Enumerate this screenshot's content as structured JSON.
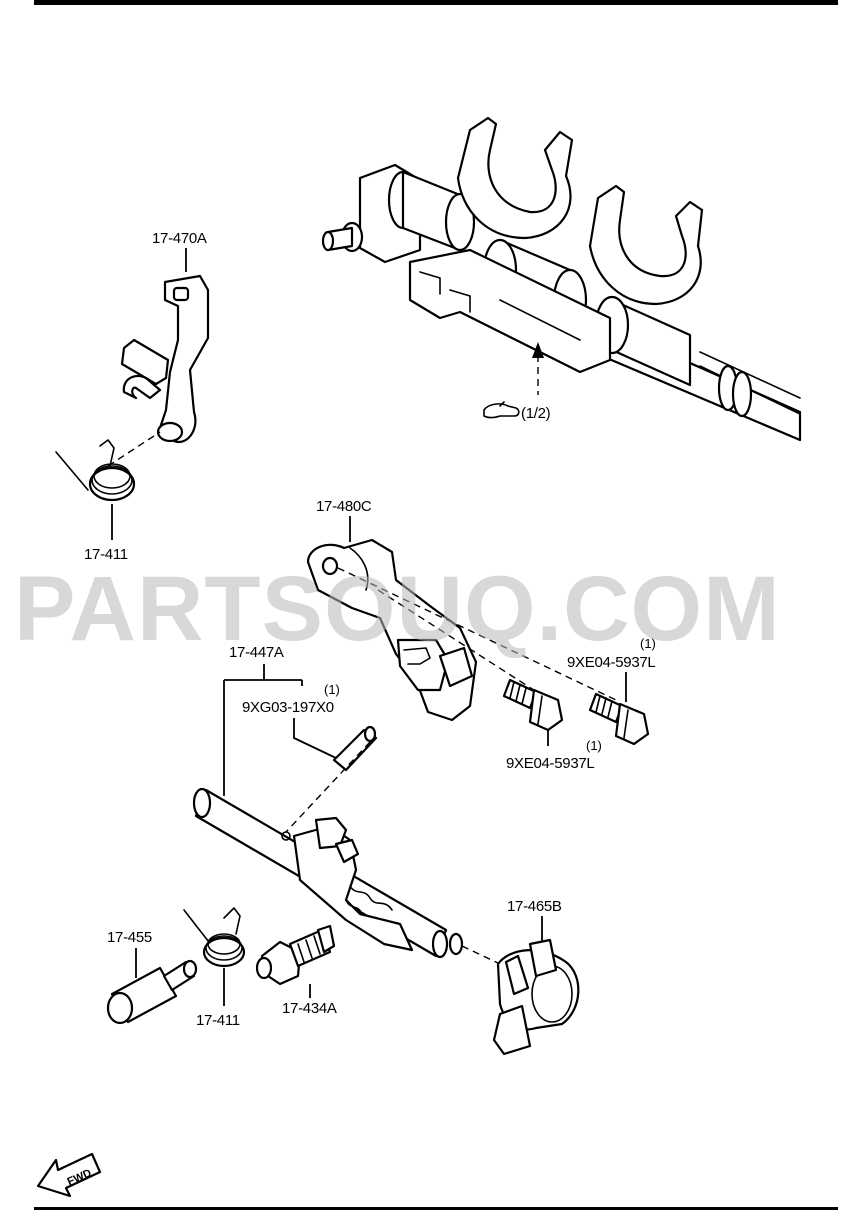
{
  "labels": {
    "bracket_top": "17-470A",
    "spring_top": "17-411",
    "shift_fork_ref": "(1/2)",
    "plate": "17-480C",
    "shaft": "17-447A",
    "pin_part": "9XG03-197X0",
    "pin_qty": "(1)",
    "bolt_right": "9XE04-5937L",
    "bolt_right_qty": "(1)",
    "bolt_center": "9XE04-5937L",
    "bolt_center_qty": "(1)",
    "plunger": "17-455",
    "spring_bottom": "17-411",
    "ball_screw": "17-434A",
    "lever": "17-465B",
    "fwd": "FWD"
  },
  "watermark": "PARTSOUQ.COM",
  "colors": {
    "line": "#000000",
    "background": "#ffffff",
    "watermark": "#b9b9b9"
  }
}
